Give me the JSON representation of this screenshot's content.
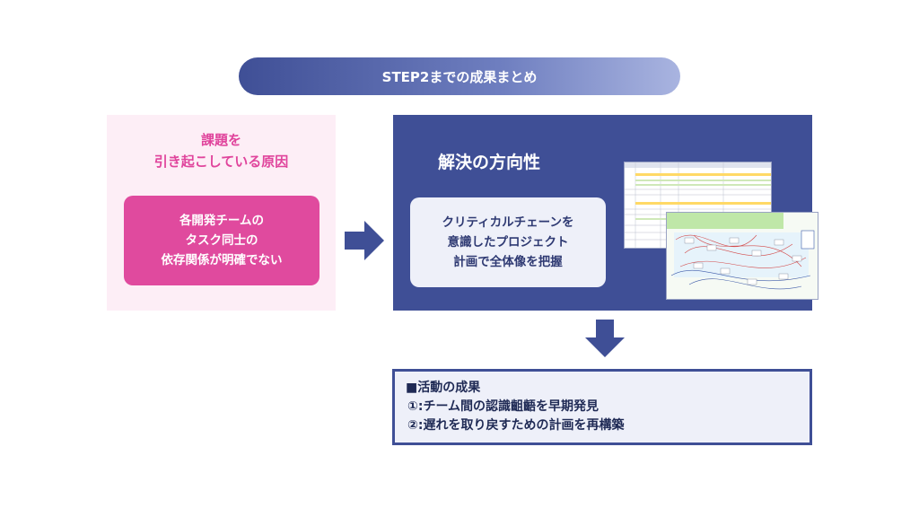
{
  "title": "STEP2までの成果まとめ",
  "cause": {
    "heading_lines": [
      "課題を",
      "引き起こしている原因"
    ],
    "box_lines": [
      "各開発チームの",
      "タスク同士の",
      "依存関係が明確でない"
    ]
  },
  "solution": {
    "heading": "解決の方向性",
    "box_lines": [
      "クリティカルチェーンを",
      "意識したプロジェクト",
      "計画で全体像を把握"
    ]
  },
  "results": {
    "heading": "■活動の成果",
    "items": [
      "①:チーム間の認識齟齬を早期発見",
      "②:遅れを取り戻すための計画を再構築"
    ]
  },
  "colors": {
    "navy": "#3f4f96",
    "pink": "#e04a9e",
    "pink_light": "#fdeef6",
    "box_light": "#eef0f9"
  }
}
